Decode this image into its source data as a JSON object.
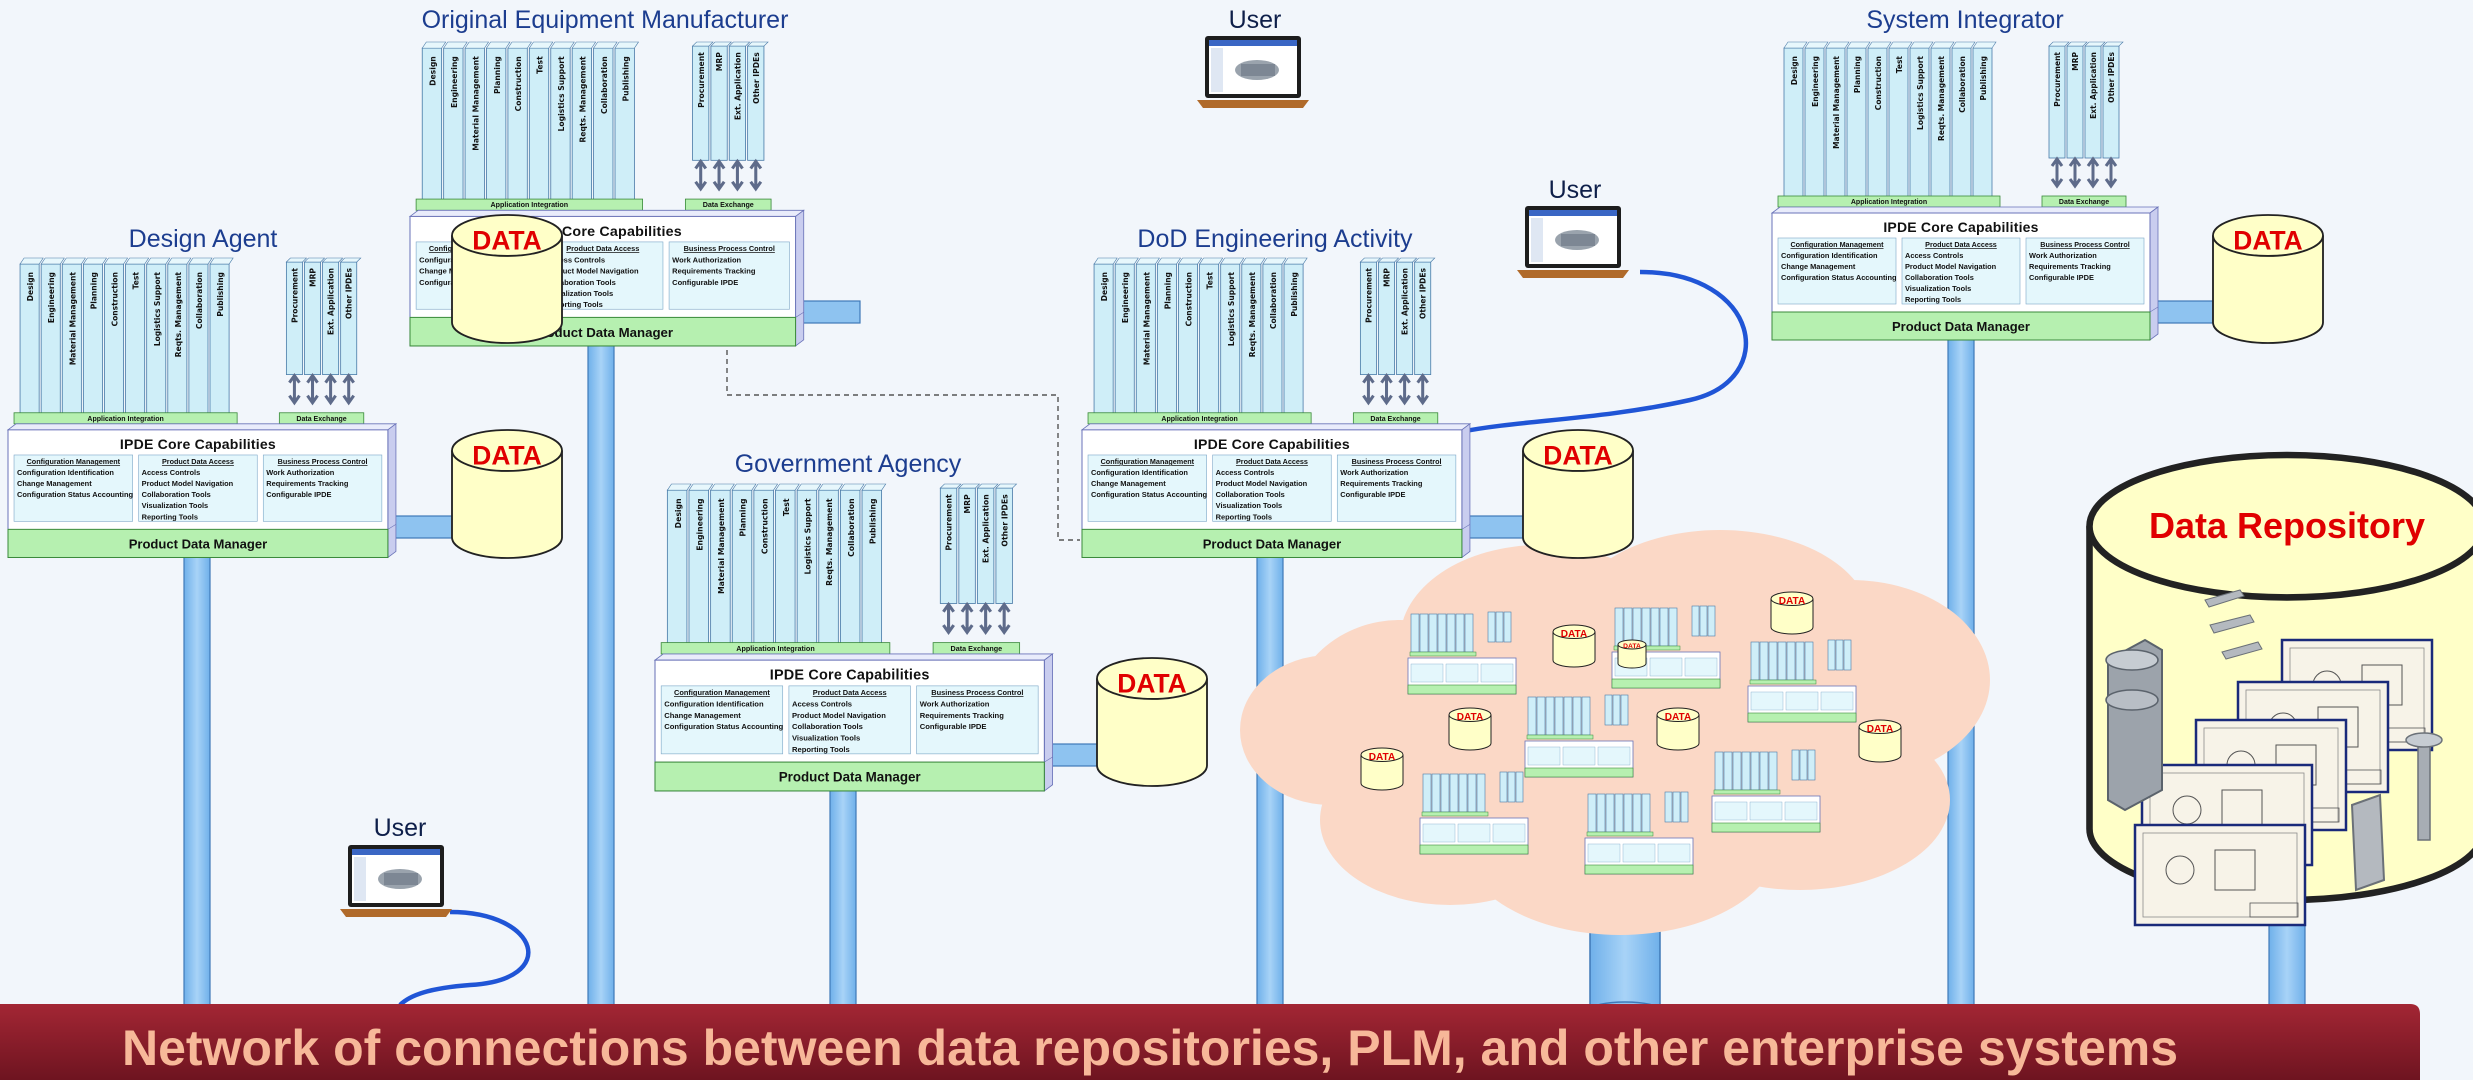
{
  "groups": {
    "oem": "Original Equipment Manufacturer",
    "design_agent": "Design Agent",
    "government_agency": "Government Agency",
    "dod": "DoD Engineering Activity",
    "system_integrator": "System Integrator"
  },
  "user_labels": [
    "User",
    "User",
    "User"
  ],
  "app_columns": [
    "Design",
    "Engineering",
    "Material Management",
    "Planning",
    "Construction",
    "Test",
    "Logistics Support",
    "Reqts. Management",
    "Collaboration",
    "Publishing"
  ],
  "exchange_columns": [
    "Procurement",
    "MRP",
    "Ext. Application",
    "Other IPDEs"
  ],
  "labels": {
    "application_integration": "Application Integration",
    "data_exchange": "Data Exchange",
    "core_title": "IPDE Core Capabilities",
    "pdm": "Product Data Manager",
    "data": "DATA"
  },
  "core_sections": [
    {
      "title": "Configuration Management",
      "items": [
        "Configuration Identification",
        "Change Management",
        "Configuration Status Accounting"
      ]
    },
    {
      "title": "Product Data Access",
      "items": [
        "Access Controls",
        "Product Model Navigation",
        "Collaboration Tools",
        "Visualization Tools",
        "Reporting Tools"
      ]
    },
    {
      "title": "Business Process Control",
      "items": [
        "Work Authorization",
        "Requirements Tracking",
        "Configurable IPDE"
      ]
    }
  ],
  "repository": {
    "title": "Data Repository"
  },
  "banner": {
    "text": "Network of connections between data repositories, PLM, and other enterprise systems"
  },
  "colors": {
    "column_fill": "#cfeef8",
    "band_green": "#b6f0b0",
    "pipe_blue": "#8ec3f0",
    "data_fill": "#ffffc8",
    "data_text": "#e00000",
    "banner": "#8b1f2b",
    "banner_text": "#f7b899",
    "cloud": "#fbd8c6",
    "title_blue": "#1c3d8f",
    "cable_blue": "#2055d6"
  }
}
